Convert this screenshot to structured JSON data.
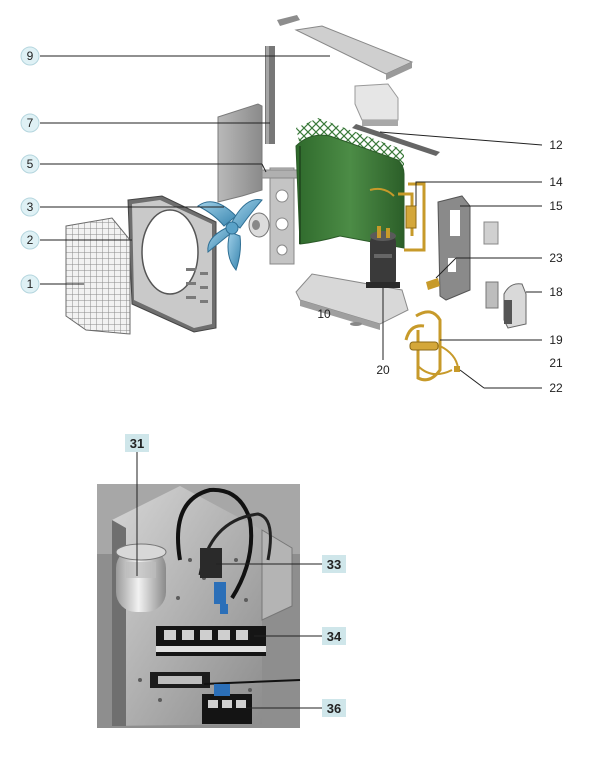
{
  "exploded_view": {
    "labels": {
      "outer_grille": "1",
      "front_panel": "2",
      "fan_blade": "3",
      "motor_bracket": "5",
      "left_side_panel": "7",
      "partition_plate": "9",
      "base_plate": "10",
      "top_support": "12",
      "valve_assembly": "14",
      "right_side_panel": "15",
      "valve_cover": "18",
      "four_way_valve": "19",
      "compressor": "20",
      "capillary_assembly": "21",
      "service_valve": "22",
      "small_valve": "23"
    }
  },
  "electrical_box": {
    "labels": {
      "capacitor": "31",
      "relay": "33",
      "terminal_block_main": "34",
      "terminal_block_power": "36"
    }
  },
  "colors": {
    "coil_green": "#3f7a3a",
    "copper": "#c79a2a",
    "metal_grey": "#9a9a9a",
    "bubble_fill": "#dff1f5",
    "tag_fill": "#cfe6ea"
  }
}
